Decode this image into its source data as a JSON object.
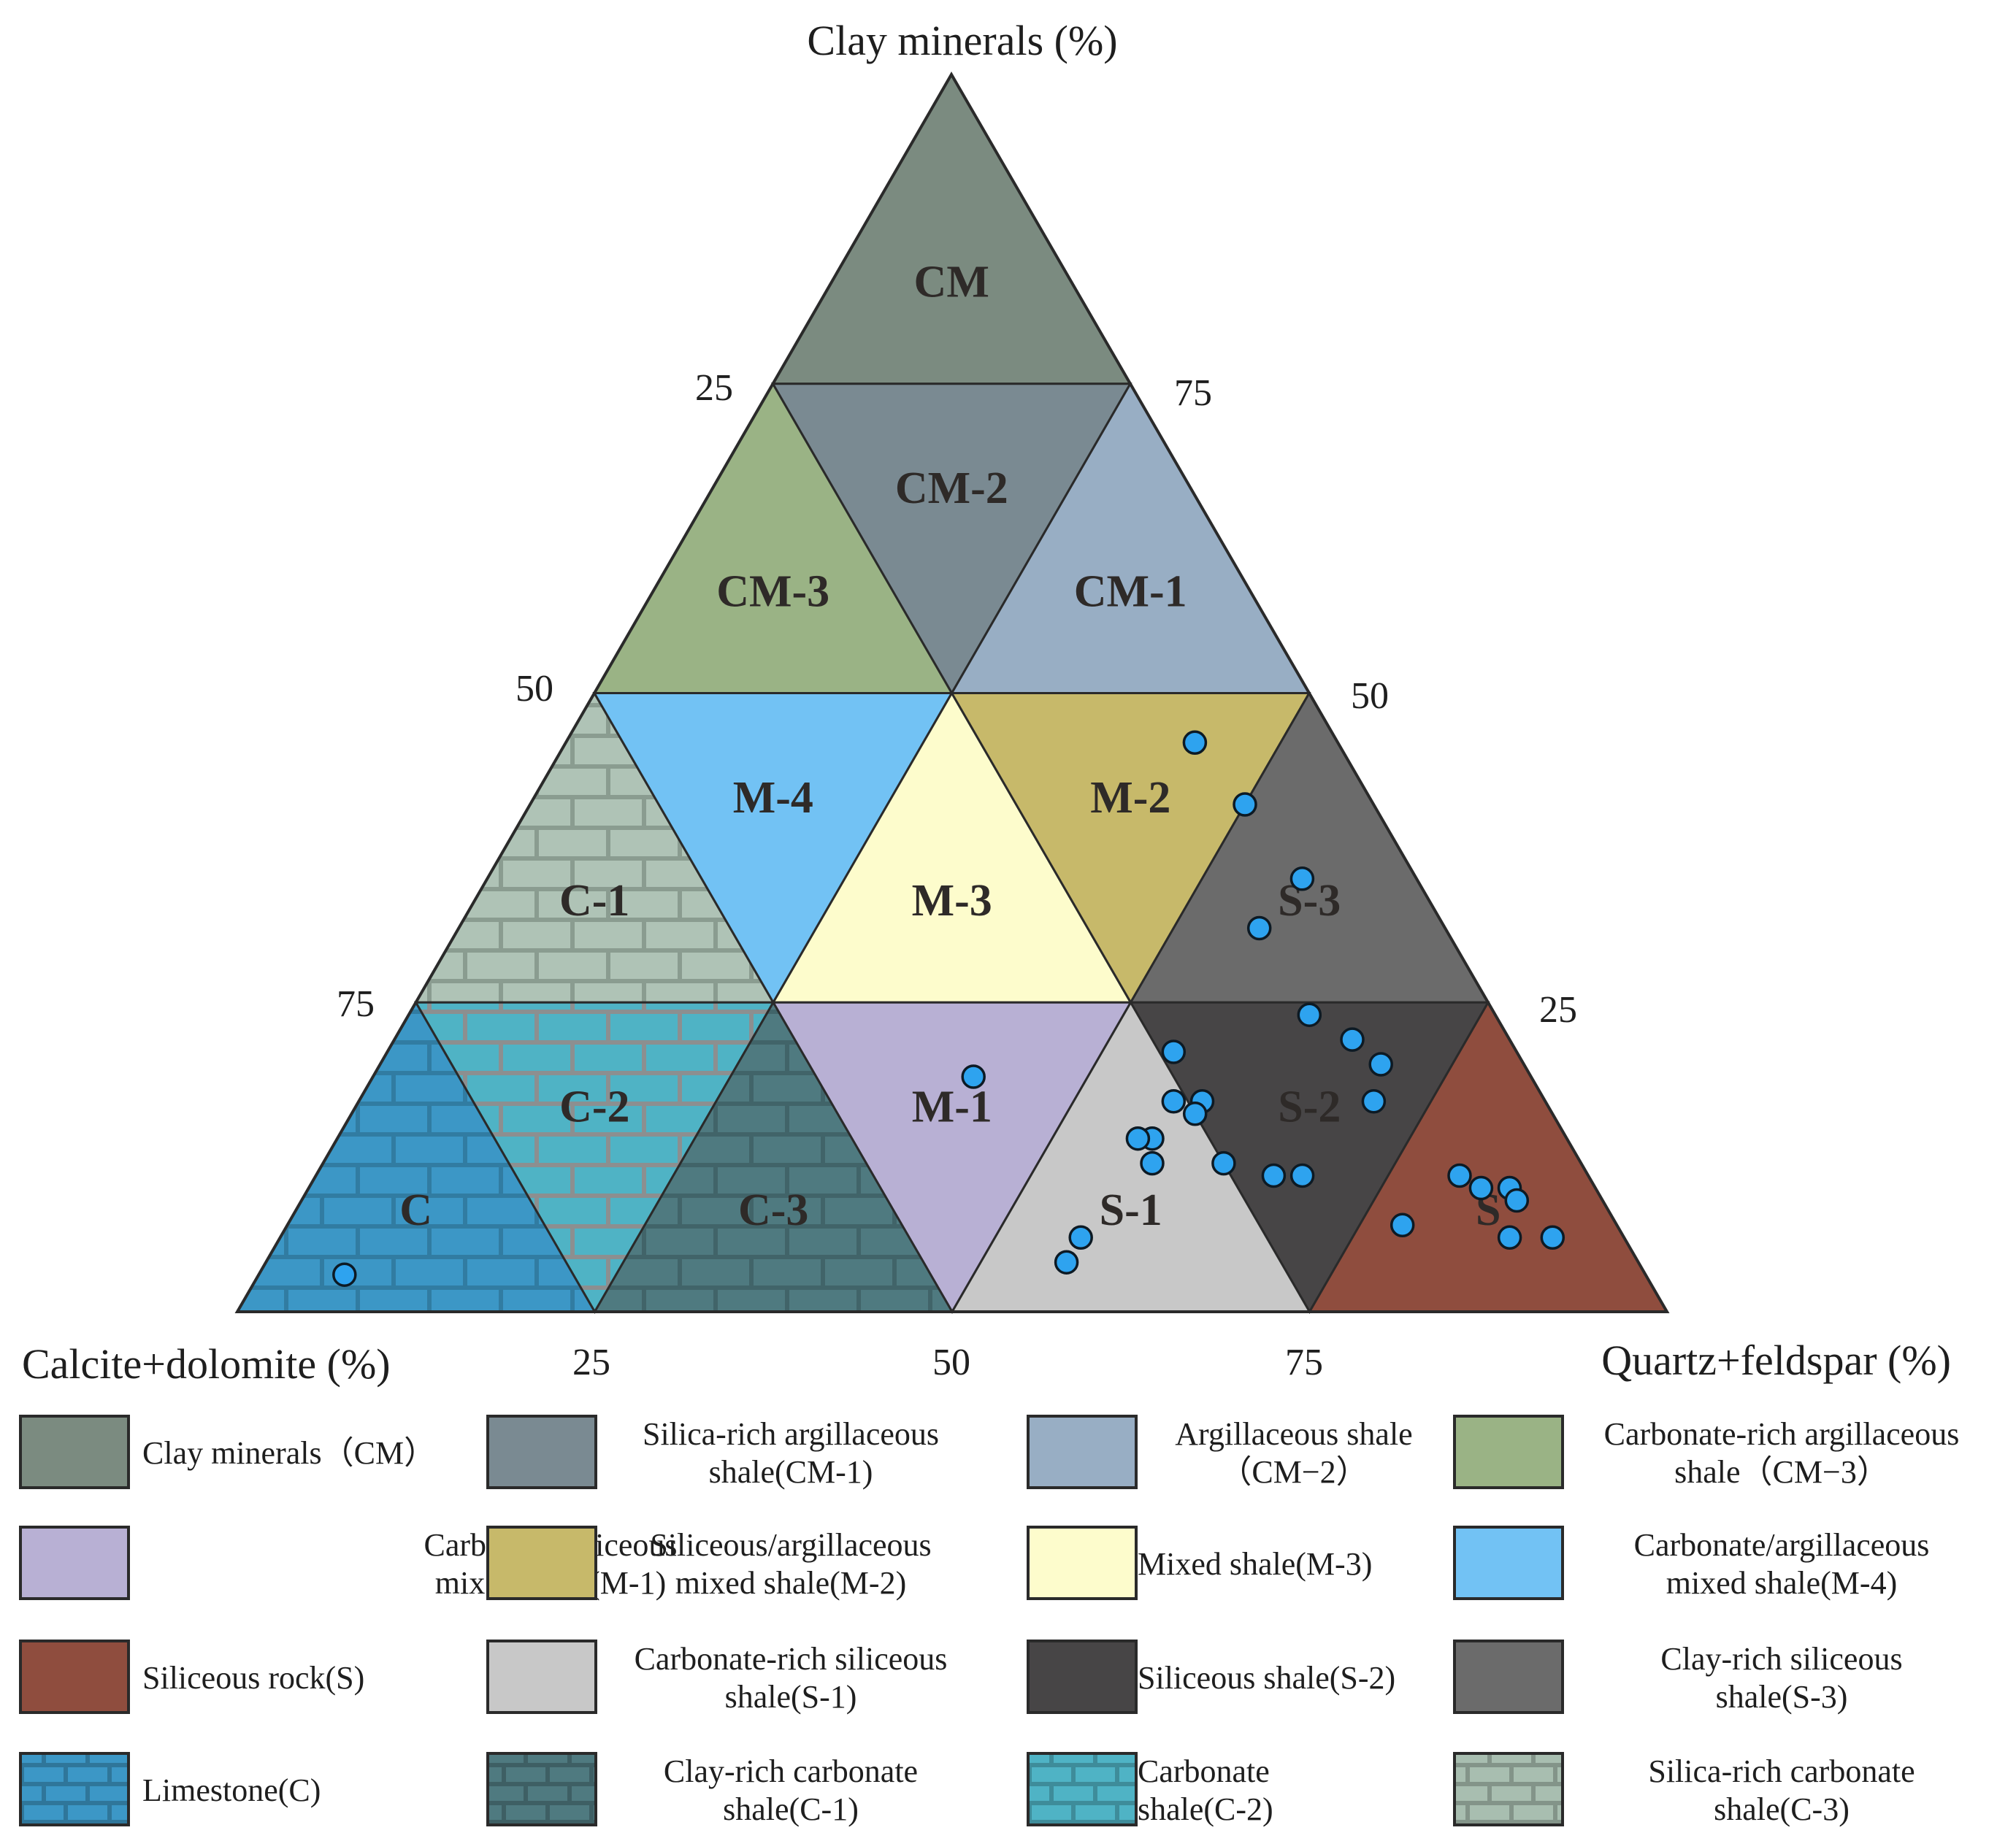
{
  "figure": {
    "axes": {
      "top": "Clay minerals (%)",
      "left": "Calcite+dolomite  (%)",
      "right": "Quartz+feldspar (%)"
    },
    "ticks": {
      "left_edge": [
        "25",
        "50",
        "75"
      ],
      "right_edge": [
        "75",
        "50",
        "25"
      ],
      "bottom_edge": [
        "25",
        "50",
        "75"
      ]
    }
  },
  "zones": [
    {
      "id": "CM",
      "label": "CM",
      "color": "#7b8b80",
      "pattern": "none"
    },
    {
      "id": "CM-2",
      "label": "CM-2",
      "color": "#7a8a92",
      "pattern": "none"
    },
    {
      "id": "CM-3",
      "label": "CM-3",
      "color": "#9ab385",
      "pattern": "none"
    },
    {
      "id": "CM-1",
      "label": "CM-1",
      "color": "#98aec4",
      "pattern": "none"
    },
    {
      "id": "C-1",
      "label": "C-1",
      "color": "#a8beb0",
      "pattern": "brick"
    },
    {
      "id": "M-4",
      "label": "M-4",
      "color": "#72c2f4",
      "pattern": "none"
    },
    {
      "id": "M-3",
      "label": "M-3",
      "color": "#fdfccc",
      "pattern": "none"
    },
    {
      "id": "M-2",
      "label": "M-2",
      "color": "#c7b96a",
      "pattern": "none"
    },
    {
      "id": "S-3",
      "label": "S-3",
      "color": "#6b6b6b",
      "pattern": "none"
    },
    {
      "id": "C-2",
      "label": "C-2",
      "color": "#4fb3c5",
      "pattern": "brick"
    },
    {
      "id": "M-1",
      "label": "M-1",
      "color": "#b8b0d4",
      "pattern": "none"
    },
    {
      "id": "S-2",
      "label": "S-2",
      "color": "#474546",
      "pattern": "none"
    },
    {
      "id": "C",
      "label": "C",
      "color": "#3c97c6",
      "pattern": "brick"
    },
    {
      "id": "C-3",
      "label": "C-3",
      "color": "#4f7a80",
      "pattern": "brick"
    },
    {
      "id": "S-1",
      "label": "S-1",
      "color": "#c8c8c8",
      "pattern": "none"
    },
    {
      "id": "S",
      "label": "S",
      "color": "#8f4d3e",
      "pattern": "none"
    }
  ],
  "samples": {
    "marker_color": "#2ea3ef",
    "points": [
      {
        "clay": 3,
        "carbonate": 91,
        "silica": 6
      },
      {
        "clay": 46,
        "carbonate": 10,
        "silica": 44
      },
      {
        "clay": 41,
        "carbonate": 9,
        "silica": 50
      },
      {
        "clay": 35,
        "carbonate": 8,
        "silica": 57
      },
      {
        "clay": 31,
        "carbonate": 13,
        "silica": 56
      },
      {
        "clay": 24,
        "carbonate": 13,
        "silica": 63
      },
      {
        "clay": 22,
        "carbonate": 11,
        "silica": 67
      },
      {
        "clay": 21,
        "carbonate": 24,
        "silica": 55
      },
      {
        "clay": 20,
        "carbonate": 10,
        "silica": 70
      },
      {
        "clay": 19,
        "carbonate": 39,
        "silica": 42
      },
      {
        "clay": 17,
        "carbonate": 24,
        "silica": 59
      },
      {
        "clay": 17,
        "carbonate": 26,
        "silica": 57
      },
      {
        "clay": 17,
        "carbonate": 12,
        "silica": 71
      },
      {
        "clay": 16,
        "carbonate": 25,
        "silica": 59
      },
      {
        "clay": 14,
        "carbonate": 29,
        "silica": 57
      },
      {
        "clay": 14,
        "carbonate": 30,
        "silica": 56
      },
      {
        "clay": 12,
        "carbonate": 25,
        "silica": 63
      },
      {
        "clay": 12,
        "carbonate": 30,
        "silica": 58
      },
      {
        "clay": 11,
        "carbonate": 22,
        "silica": 67
      },
      {
        "clay": 11,
        "carbonate": 20,
        "silica": 69
      },
      {
        "clay": 11,
        "carbonate": 9,
        "silica": 80
      },
      {
        "clay": 10,
        "carbonate": 6,
        "silica": 84
      },
      {
        "clay": 10,
        "carbonate": 8,
        "silica": 82
      },
      {
        "clay": 9,
        "carbonate": 6,
        "silica": 85
      },
      {
        "clay": 7,
        "carbonate": 15,
        "silica": 78
      },
      {
        "clay": 6,
        "carbonate": 8,
        "silica": 86
      },
      {
        "clay": 6,
        "carbonate": 5,
        "silica": 89
      },
      {
        "clay": 6,
        "carbonate": 38,
        "silica": 56
      },
      {
        "clay": 4,
        "carbonate": 40,
        "silica": 56
      }
    ]
  },
  "legend": [
    {
      "lines": [
        "Clay minerals（CM）"
      ],
      "color": "#7b8b80",
      "pattern": "none",
      "align": "start"
    },
    {
      "lines": [
        "Silica-rich argillaceous",
        "shale(CM-1)"
      ],
      "color": "#7a8a92",
      "pattern": "none",
      "align": "middle"
    },
    {
      "lines": [
        "Argillaceous shale",
        "（CM−2）"
      ],
      "color": "#98aec4",
      "pattern": "none",
      "align": "middle"
    },
    {
      "lines": [
        "Carbonate-rich argillaceous",
        "shale（CM−3）"
      ],
      "color": "#9ab385",
      "pattern": "none",
      "align": "middle"
    },
    {
      "lines": [
        "Carbonate/siliceous",
        "mixed shale(M-1)"
      ],
      "color": "#b8b0d4",
      "pattern": "none",
      "align": "middle"
    },
    {
      "lines": [
        "Siliceous/argillaceous",
        "mixed shale(M-2)"
      ],
      "color": "#c7b96a",
      "pattern": "none",
      "align": "middle"
    },
    {
      "lines": [
        "Mixed shale(M-3)"
      ],
      "color": "#fdfccc",
      "pattern": "none",
      "align": "start"
    },
    {
      "lines": [
        "Carbonate/argillaceous",
        "mixed shale(M-4)"
      ],
      "color": "#72c2f4",
      "pattern": "none",
      "align": "middle"
    },
    {
      "lines": [
        "Siliceous rock(S)"
      ],
      "color": "#8f4d3e",
      "pattern": "none",
      "align": "start"
    },
    {
      "lines": [
        "Carbonate-rich siliceous",
        "shale(S-1)"
      ],
      "color": "#c8c8c8",
      "pattern": "none",
      "align": "middle"
    },
    {
      "lines": [
        "Siliceous shale(S-2)"
      ],
      "color": "#474546",
      "pattern": "none",
      "align": "start"
    },
    {
      "lines": [
        "Clay-rich siliceous",
        "shale(S-3)"
      ],
      "color": "#6b6b6b",
      "pattern": "none",
      "align": "middle"
    },
    {
      "lines": [
        "Limestone(C)"
      ],
      "color": "#3c97c6",
      "pattern": "brick",
      "align": "start"
    },
    {
      "lines": [
        "Clay-rich carbonate",
        "shale(C-1)"
      ],
      "color": "#4f7a80",
      "pattern": "brick",
      "align": "middle"
    },
    {
      "lines": [
        "Carbonate",
        "shale(C-2)"
      ],
      "color": "#4fb3c5",
      "pattern": "brick",
      "align": "start"
    },
    {
      "lines": [
        "Silica-rich carbonate",
        "shale(C-3)"
      ],
      "color": "#a8beb0",
      "pattern": "brick",
      "align": "middle"
    }
  ]
}
